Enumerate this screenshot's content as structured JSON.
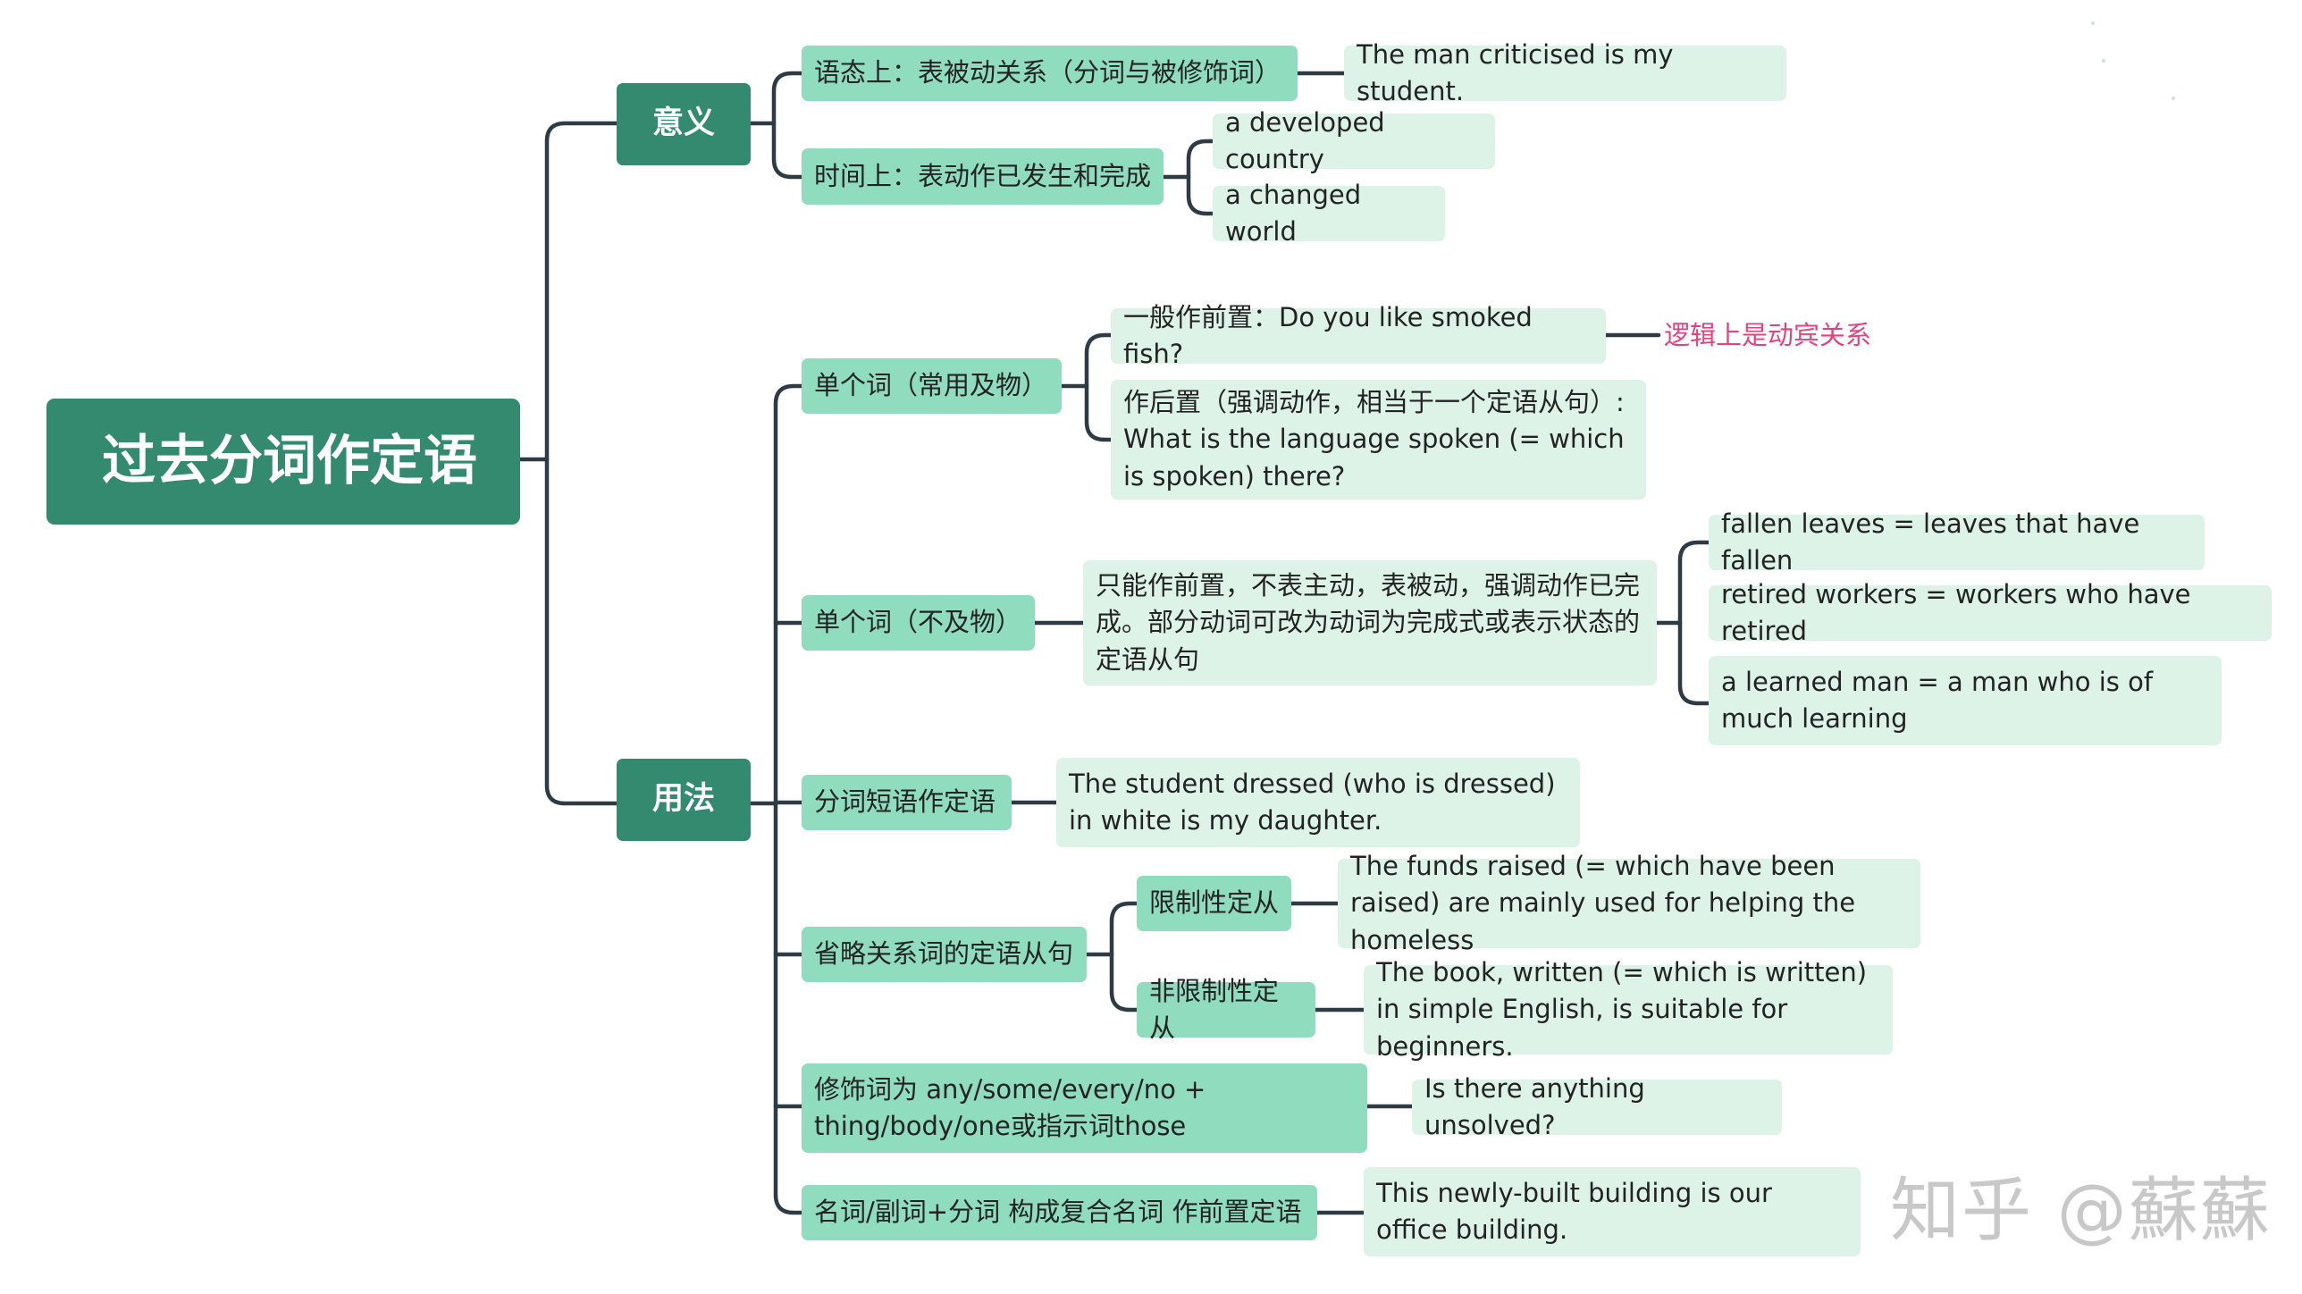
{
  "root": "过去分词作定语",
  "meaning": {
    "title": "意义",
    "voice": "语态上：表被动关系（分词与被修饰词）",
    "voice_example": "The man criticised is my student.",
    "time": "时间上：表动作已发生和完成",
    "time_examples": [
      "a developed country",
      "a changed world"
    ]
  },
  "usage": {
    "title": "用法",
    "transitive": {
      "label": "单个词（常用及物）",
      "pre": "一般作前置：Do you like smoked fish?",
      "pre_note": "逻辑上是动宾关系",
      "post": "作后置（强调动作，相当于一个定语从句）: What is the language spoken (= which is spoken) there?"
    },
    "intransitive": {
      "label": "单个词（不及物）",
      "desc": "只能作前置，不表主动，表被动，强调动作已完成。部分动词可改为动词为完成式或表示状态的定语从句",
      "examples": [
        "fallen leaves = leaves that have fallen",
        "retired workers = workers who have retired",
        "a learned man = a man who is of much learning"
      ]
    },
    "phrase": {
      "label": "分词短语作定语",
      "example": "The student dressed (who is dressed) in white is my daughter."
    },
    "omitted": {
      "label": "省略关系词的定语从句",
      "restrictive": "限制性定从",
      "restrictive_example": "The funds raised (= which have been raised) are mainly used for helping the homeless",
      "nonrestrictive": "非限制性定从",
      "nonrestrictive_example": "The book, written (= which is written) in simple English, is suitable for beginners."
    },
    "indefinite": {
      "label": "修饰词为 any/some/every/no + thing/body/one或指示词those",
      "example": "Is there anything unsolved?"
    },
    "compound": {
      "label": "名词/副词+分词 构成复合名词 作前置定语",
      "example": "This newly-built building is our office building."
    }
  },
  "watermark": "知乎 @蘇蘇",
  "colors": {
    "root": "#338a6e",
    "main": "#338a6e",
    "sub": "#8fdcbf",
    "leaf": "#def3e8",
    "connector": "#2e3b45",
    "note": "#e2437c"
  }
}
